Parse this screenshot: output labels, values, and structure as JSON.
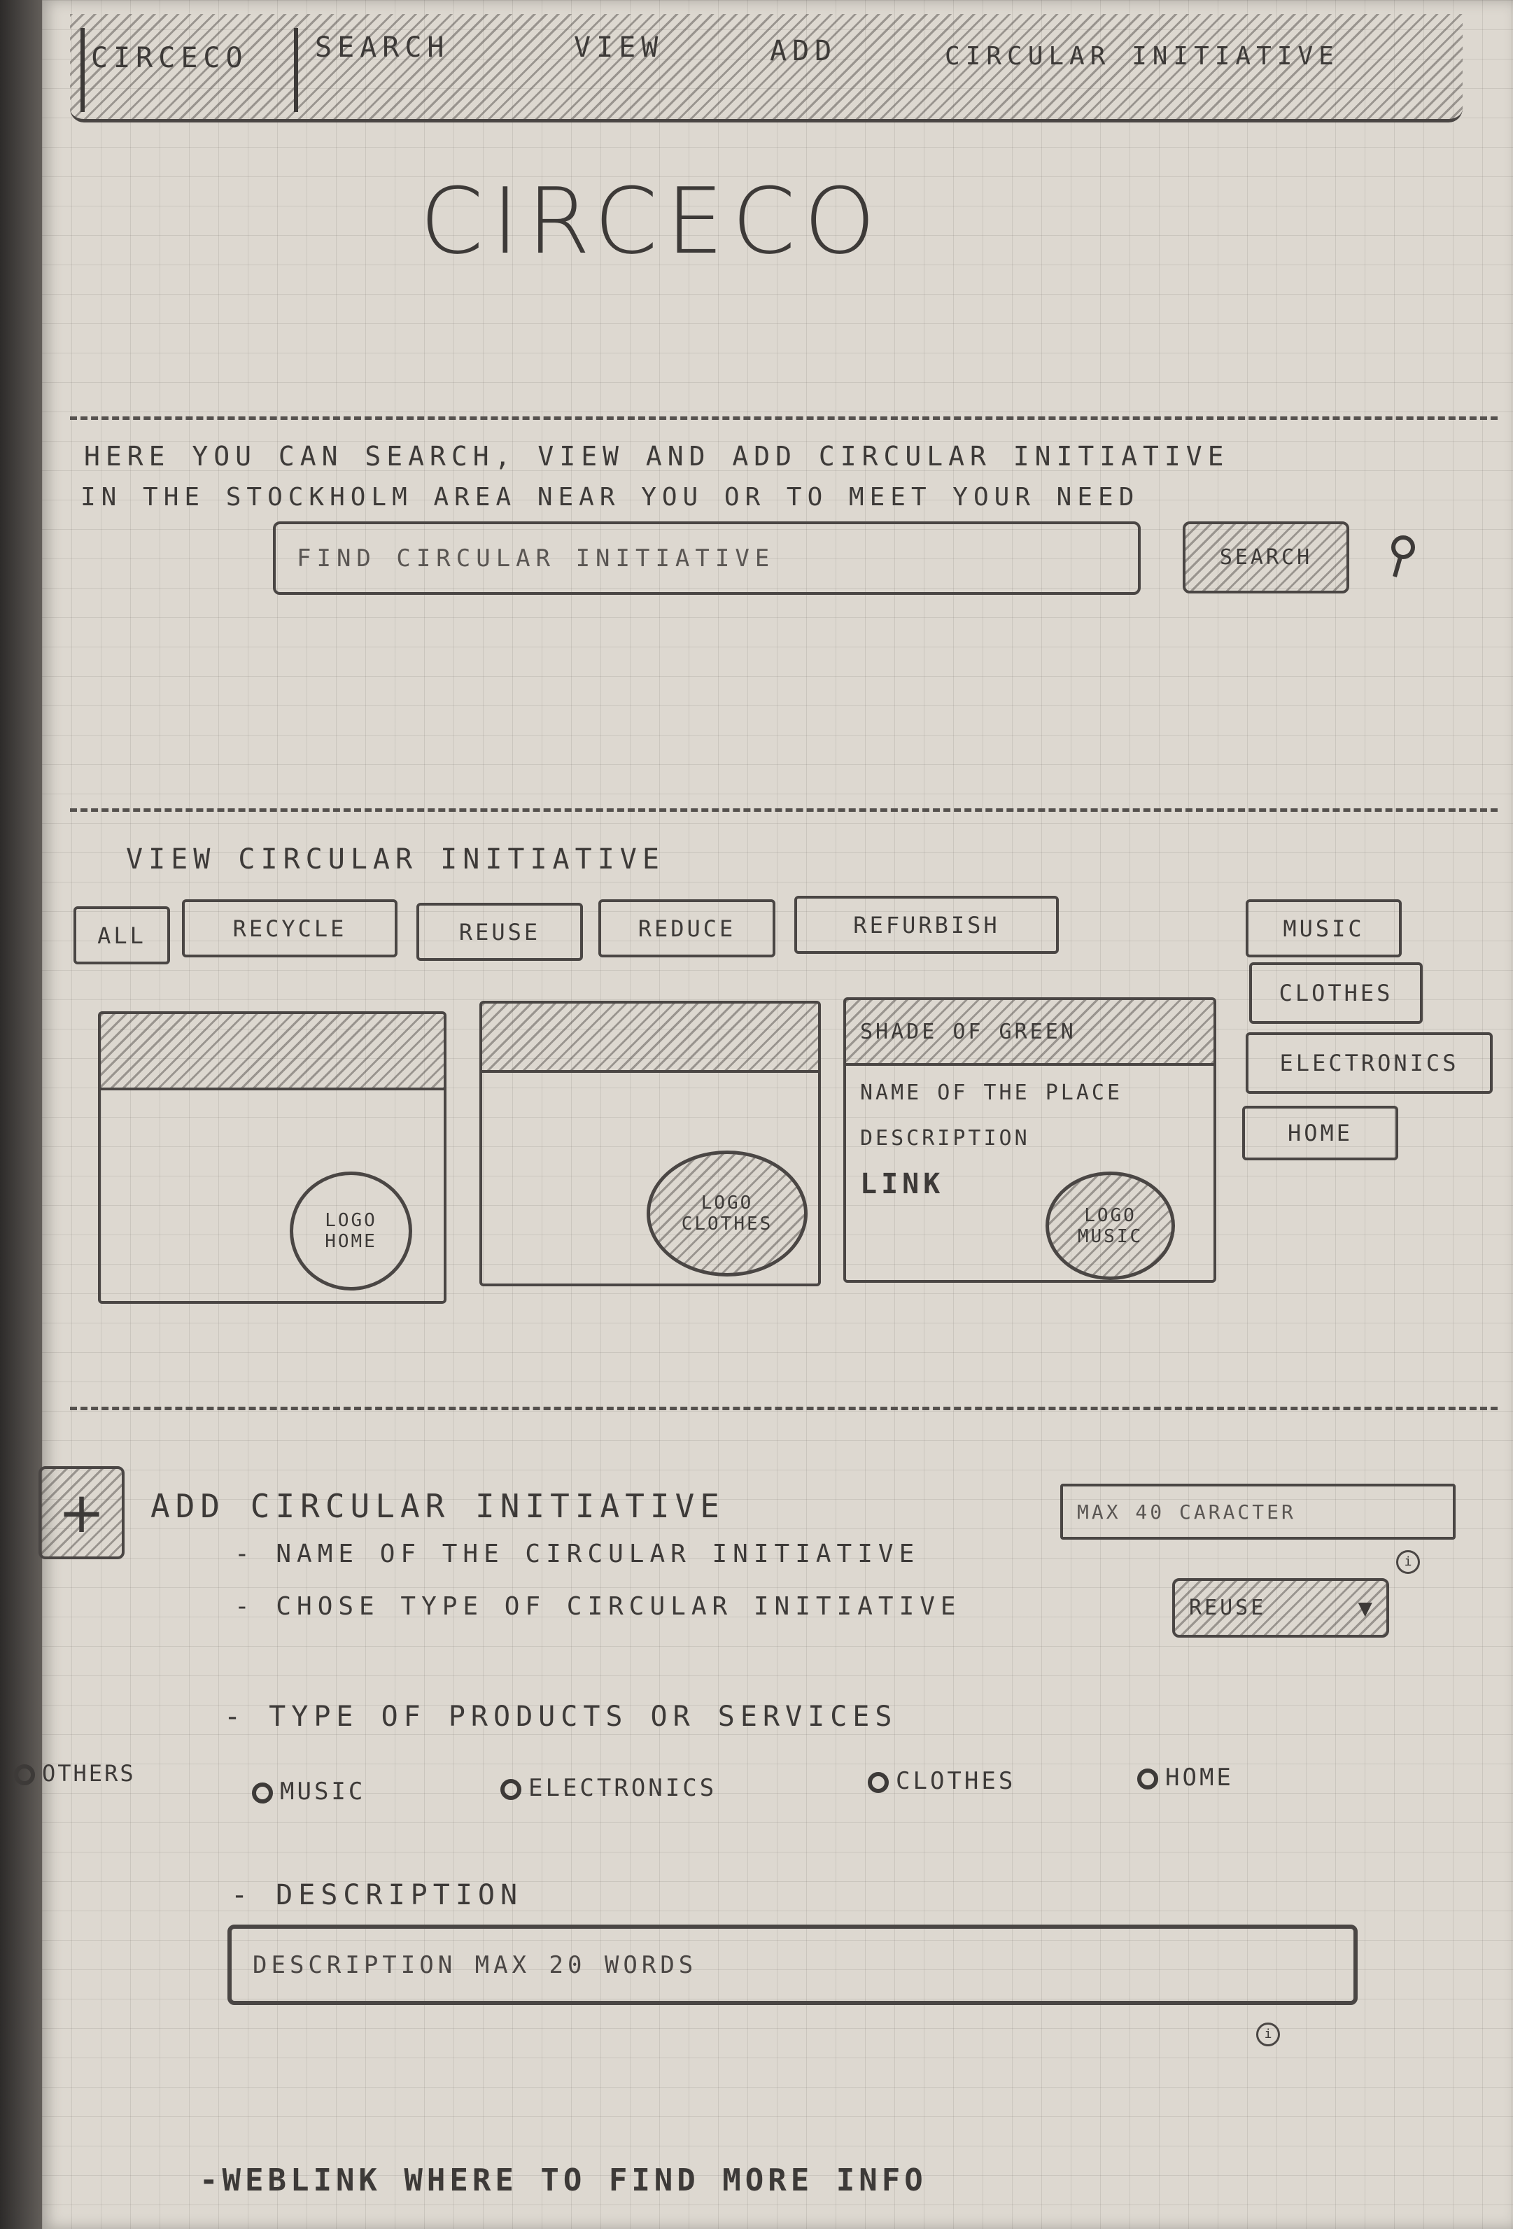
{
  "nav": {
    "logo": "CIRCECO",
    "items": [
      "SEARCH",
      "VIEW",
      "ADD",
      "CIRCULAR INITIATIVE"
    ]
  },
  "hero": {
    "title": "CIRCECO",
    "intro_line1": "HERE YOU CAN SEARCH, VIEW AND ADD CIRCULAR INITIATIVE",
    "intro_line2": "IN THE STOCKHOLM AREA NEAR YOU OR TO MEET YOUR NEED"
  },
  "search": {
    "placeholder": "FIND CIRCULAR INITIATIVE",
    "button_label": "SEARCH"
  },
  "view": {
    "heading": "VIEW CIRCULAR INITIATIVE",
    "filters": [
      "ALL",
      "RECYCLE",
      "REUSE",
      "REDUCE",
      "REFURBISH"
    ],
    "categories": [
      "MUSIC",
      "CLOTHES",
      "ELECTRONICS",
      "HOME"
    ],
    "cards": [
      {
        "logo_line1": "LOGO",
        "logo_line2": "HOME"
      },
      {
        "logo_line1": "LOGO",
        "logo_line2": "CLOTHES"
      },
      {
        "shade": "SHADE OF GREEN",
        "name": "NAME OF THE PLACE",
        "description": "DESCRIPTION",
        "link": "LINK",
        "logo_line1": "LOGO",
        "logo_line2": "MUSIC"
      }
    ]
  },
  "add": {
    "plus": "+",
    "heading": "ADD CIRCULAR INITIATIVE",
    "name_label": "- NAME OF THE CIRCULAR INITIATIVE",
    "name_placeholder": "MAX 40 CARACTER",
    "type_label": "- CHOSE TYPE OF CIRCULAR INITIATIVE",
    "type_value": "REUSE",
    "type_arrow": "▼",
    "products_label": "- TYPE OF PRODUCTS OR SERVICES",
    "radio_options": [
      "OTHERS",
      "MUSIC",
      "ELECTRONICS",
      "CLOTHES",
      "HOME"
    ],
    "description_label": "- DESCRIPTION",
    "description_placeholder": "DESCRIPTION MAX 20 WORDS",
    "weblink_label": "-WEBLINK WHERE TO FIND MORE INFO",
    "info_mark": "i"
  }
}
